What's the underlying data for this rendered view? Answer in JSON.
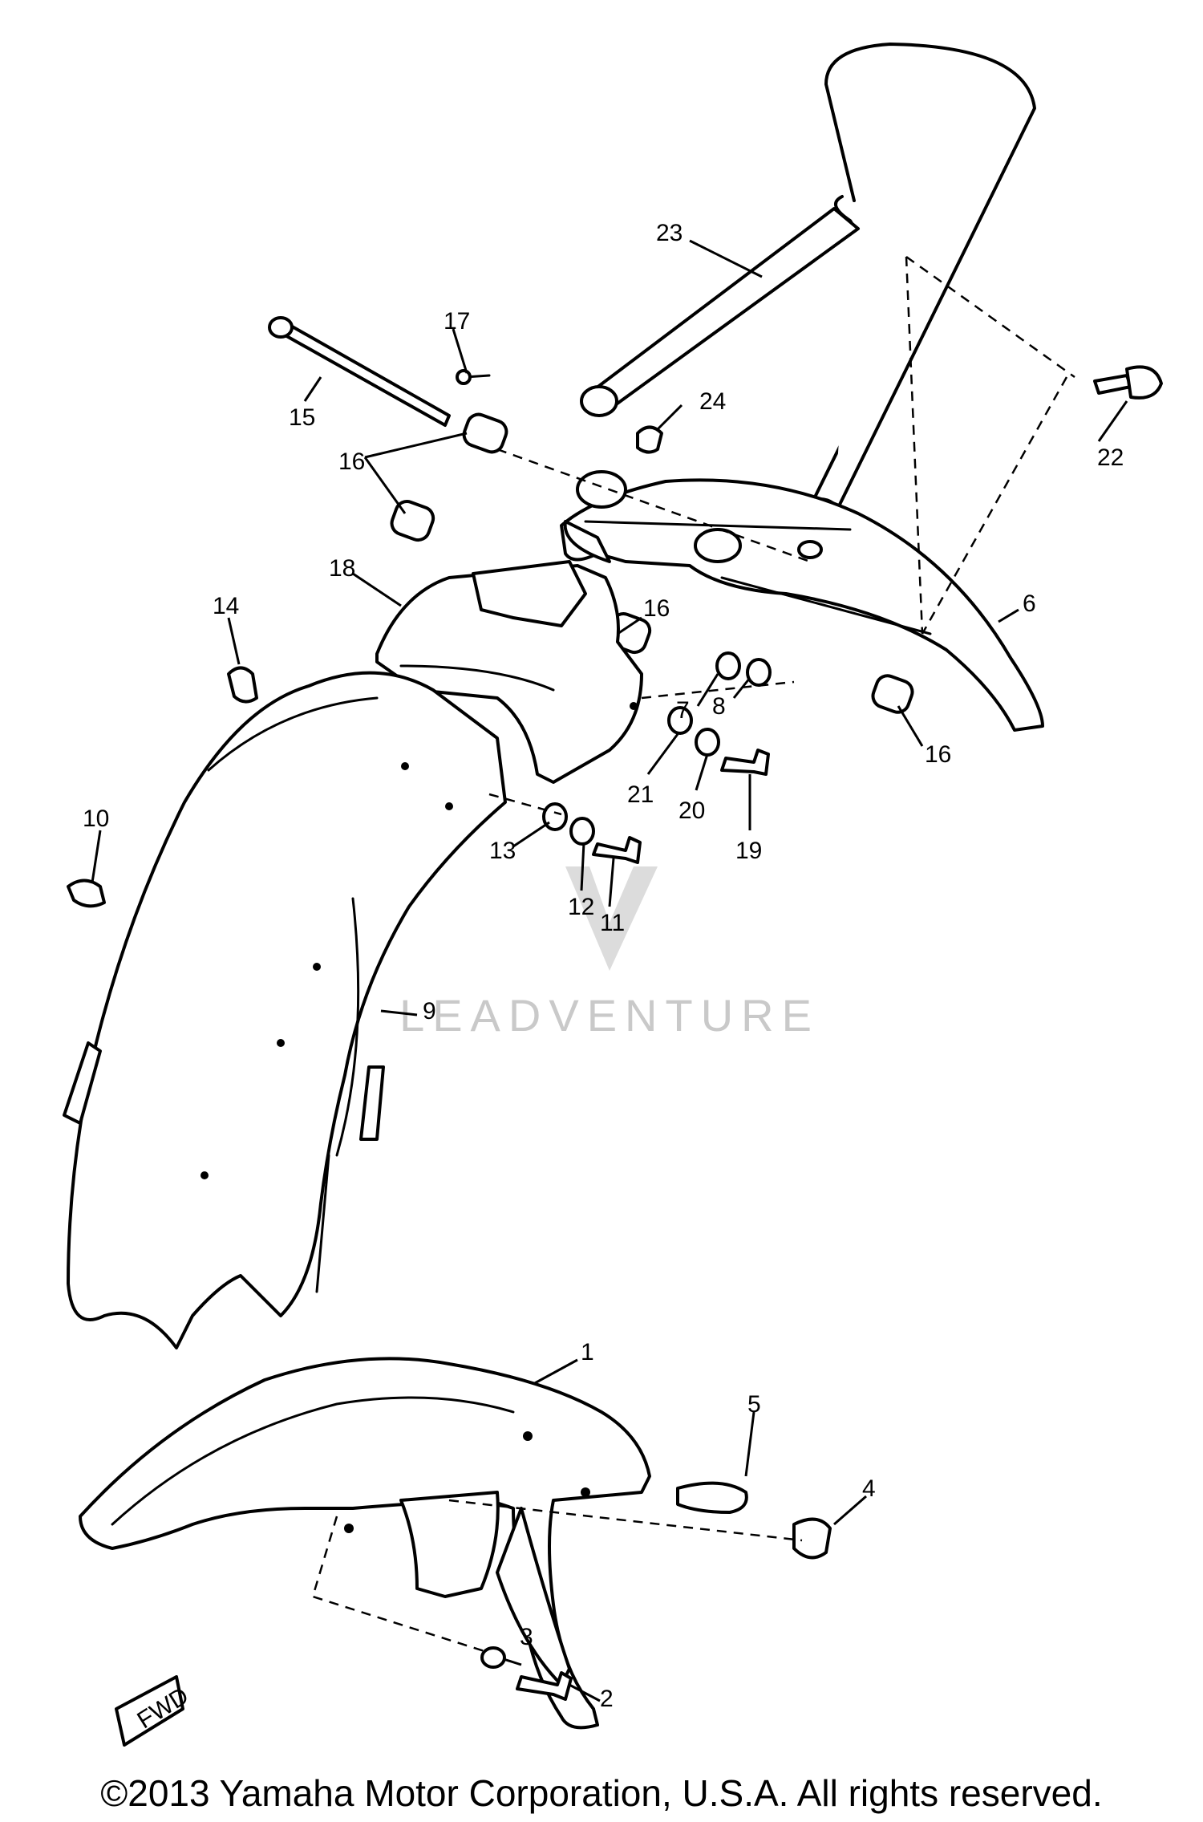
{
  "watermark": "LEADVENTURE",
  "fwd_label": "FWD",
  "copyright": "©2013 Yamaha Motor Corporation, U.S.A. All rights reserved.",
  "callouts": [
    "1",
    "2",
    "3",
    "4",
    "5",
    "6",
    "7",
    "8",
    "9",
    "10",
    "11",
    "12",
    "13",
    "14",
    "15",
    "16",
    "17",
    "18",
    "19",
    "20",
    "21",
    "22",
    "23",
    "24"
  ]
}
